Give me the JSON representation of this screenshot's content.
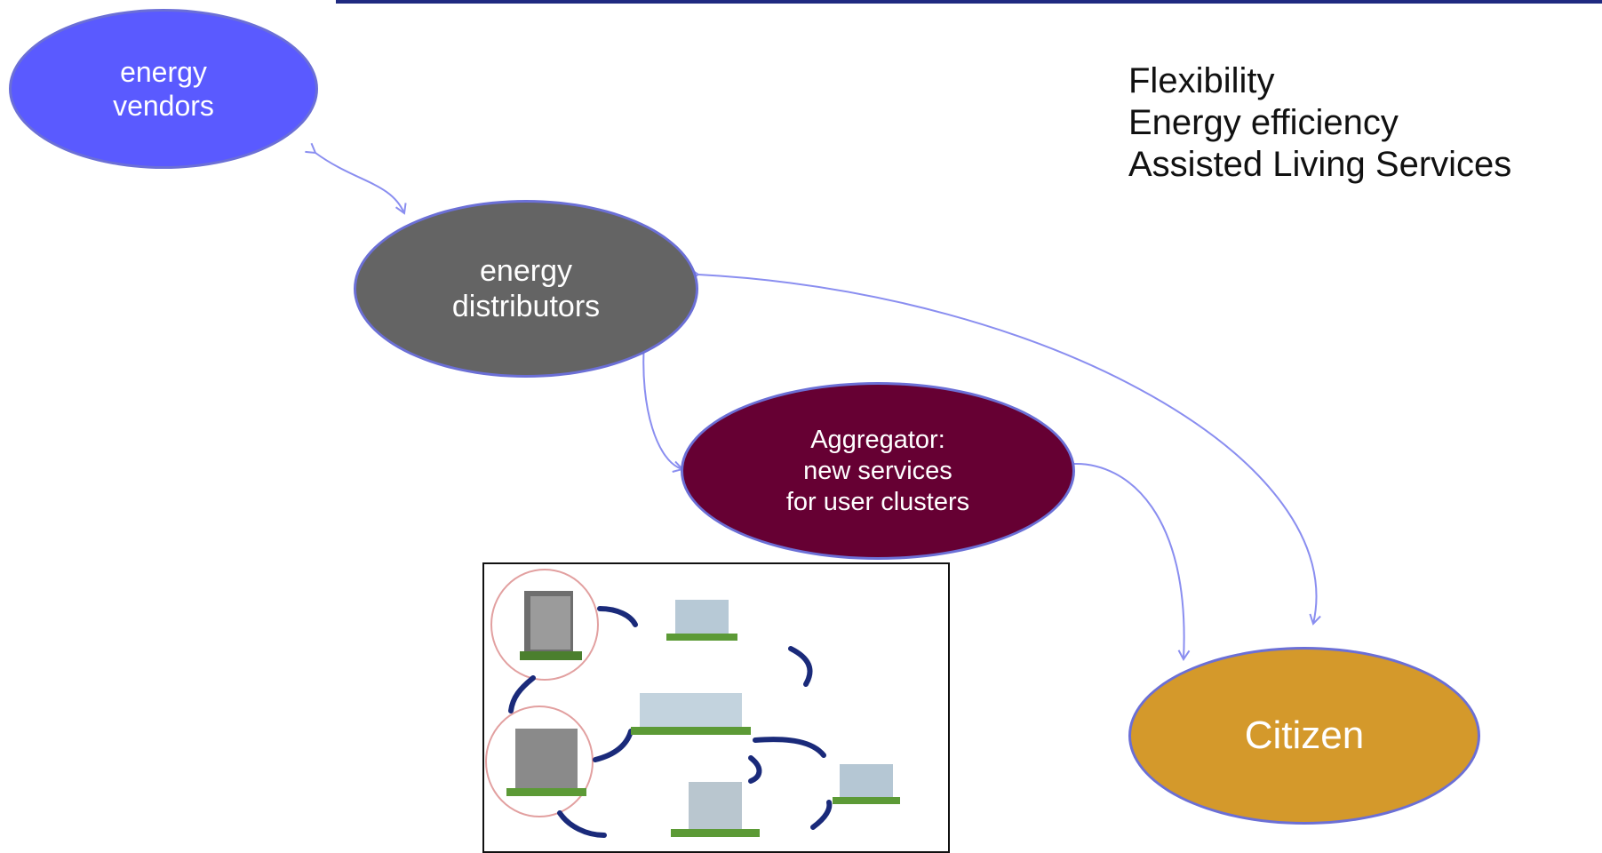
{
  "nodes": {
    "vendors": "energy\nvendors",
    "distributors": "energy\ndistributors",
    "aggregator": "Aggregator:\nnew services\nfor user clusters",
    "citizen": "Citizen"
  },
  "benefits": [
    "Flexibility",
    "Energy efficiency",
    "Assisted Living Services"
  ],
  "colors": {
    "vendors": "#5a5aff",
    "distributors": "#646464",
    "aggregator": "#660033",
    "citizen": "#d4992b",
    "connector": "#8a8ef0",
    "top_rule": "#1f2a80"
  },
  "image": {
    "description_icon": "building-cluster-illustration"
  }
}
